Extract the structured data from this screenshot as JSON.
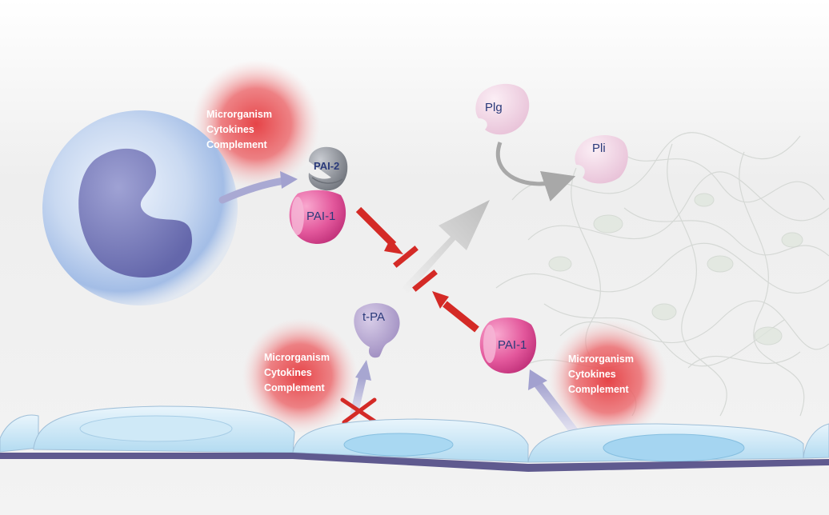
{
  "stimulus_groups": [
    {
      "lines": [
        "Microrganism",
        "Cytokines",
        "Complement"
      ]
    },
    {
      "lines": [
        "Microrganism",
        "Cytokines",
        "Complement"
      ]
    },
    {
      "lines": [
        "Microrganism",
        "Cytokines",
        "Complement"
      ]
    }
  ],
  "molecules": {
    "pai2": "PAI-2",
    "pai1_top": "PAI-1",
    "pai1_right": "PAI-1",
    "tpa": "t-PA",
    "plg": "Plg",
    "pli": "Pli"
  },
  "colors": {
    "inhibition": "#d42a26",
    "glow": "#e85a5c",
    "cell_blue": "#a9c3e8",
    "nucleus": "#7f81bf",
    "pai1_pink": "#e0559a",
    "pai2_grey": "#8d9096",
    "endothelium": "#bde2f3",
    "basement_membrane": "#5f5a8f"
  }
}
